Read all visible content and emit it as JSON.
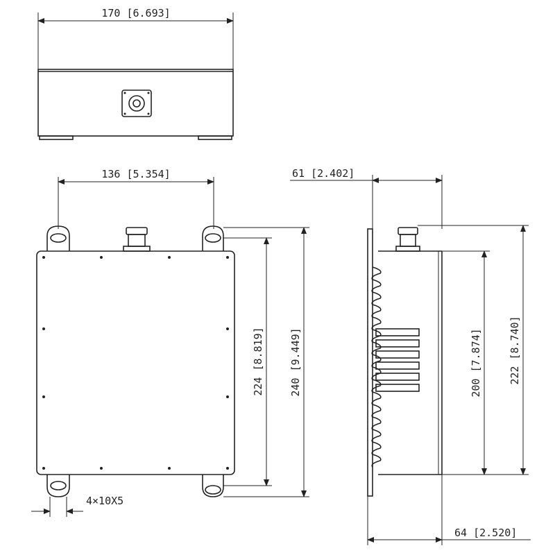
{
  "drawing": {
    "top_view": {
      "width_label": "170 [6.693]"
    },
    "front_view": {
      "width_label": "136 [5.354]",
      "height_inner_label": "224 [8.819]",
      "height_outer_label": "240 [9.449]",
      "hole_label": "4×10X5"
    },
    "side_view": {
      "top_width_label": "61 [2.402]",
      "bottom_width_label": "64 [2.520]",
      "height_inner_label": "200 [7.874]",
      "height_outer_label": "222 [8.740]"
    }
  },
  "colors": {
    "line": "#222222",
    "background": "#ffffff"
  }
}
